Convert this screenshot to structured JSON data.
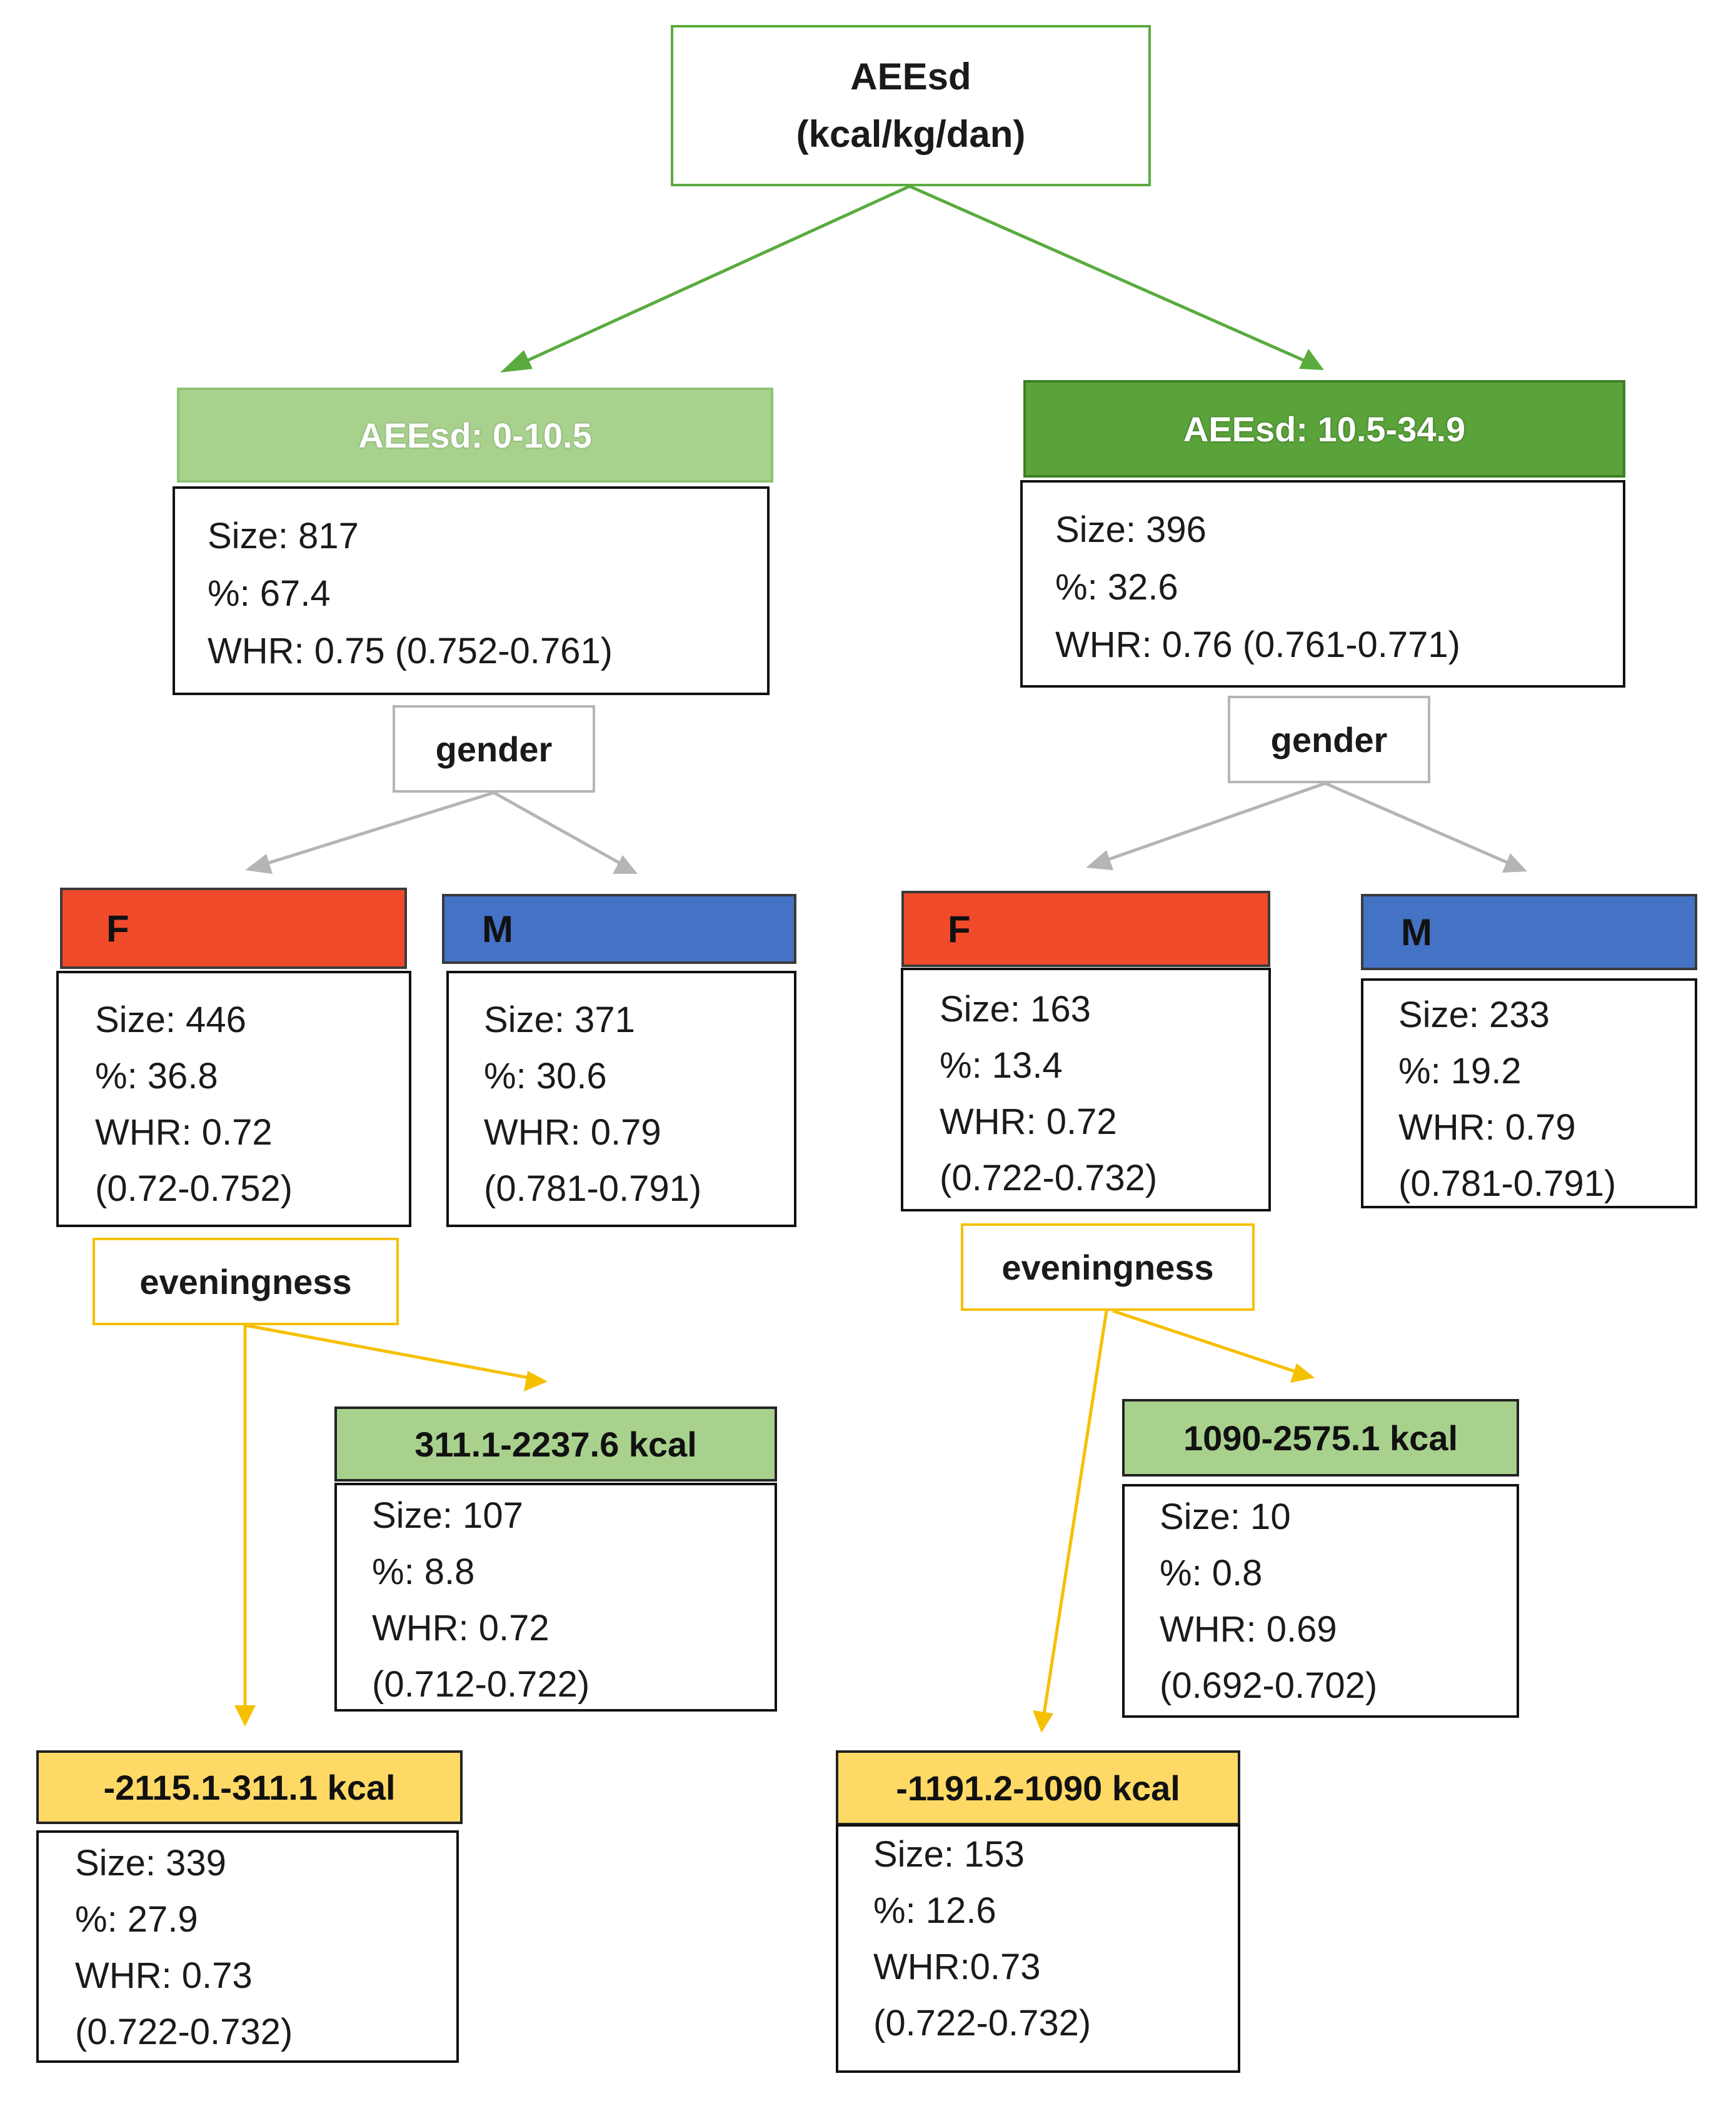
{
  "colors": {
    "root_border": "#5aab3e",
    "aee_low": "#a9d18e",
    "aee_high": "#5aa23a",
    "female": "#ef4b2b",
    "male": "#4472c4",
    "leaf_high": "#a9d18e",
    "leaf_low": "#ffd966",
    "gender_arrows": "#b5b5b5",
    "eveningness_arrows": "#f5c000"
  },
  "root": {
    "line1": "AEEsd",
    "line2": "(kcal/kg/dan)"
  },
  "left": {
    "header": "AEEsd: 0-10.5",
    "size": "Size: 817",
    "pct": "%: 67.4",
    "whr": "WHR: 0.75 (0.752-0.761)",
    "split": "gender",
    "female": {
      "label": "F",
      "size": "Size: 446",
      "pct": "%: 36.8",
      "whr": "WHR: 0.72",
      "ci": "(0.72-0.752)",
      "split": "eveningness",
      "high": {
        "label": "311.1-2237.6 kcal",
        "size": "Size: 107",
        "pct": "%: 8.8",
        "whr": "WHR: 0.72",
        "ci": "(0.712-0.722)"
      },
      "low": {
        "label": "-2115.1-311.1 kcal",
        "size": "Size: 339",
        "pct": "%: 27.9",
        "whr": "WHR: 0.73",
        "ci": "(0.722-0.732)"
      }
    },
    "male": {
      "label": "M",
      "size": "Size: 371",
      "pct": "%: 30.6",
      "whr": "WHR: 0.79",
      "ci": "(0.781-0.791)"
    }
  },
  "right": {
    "header": "AEEsd: 10.5-34.9",
    "size": "Size: 396",
    "pct": "%: 32.6",
    "whr": "WHR: 0.76 (0.761-0.771)",
    "split": "gender",
    "female": {
      "label": "F",
      "size": "Size: 163",
      "pct": "%: 13.4",
      "whr": "WHR: 0.72",
      "ci": "(0.722-0.732)",
      "split": "eveningness",
      "high": {
        "label": "1090-2575.1 kcal",
        "size": "Size: 10",
        "pct": "%: 0.8",
        "whr": "WHR: 0.69",
        "ci": "(0.692-0.702)"
      },
      "low": {
        "label": "-1191.2-1090 kcal",
        "size": "Size: 153",
        "pct": "%: 12.6",
        "whr": "WHR:0.73",
        "ci": "(0.722-0.732)"
      }
    },
    "male": {
      "label": "M",
      "size": "Size: 233",
      "pct": "%: 19.2",
      "whr": "WHR: 0.79",
      "ci": "(0.781-0.791)"
    }
  }
}
